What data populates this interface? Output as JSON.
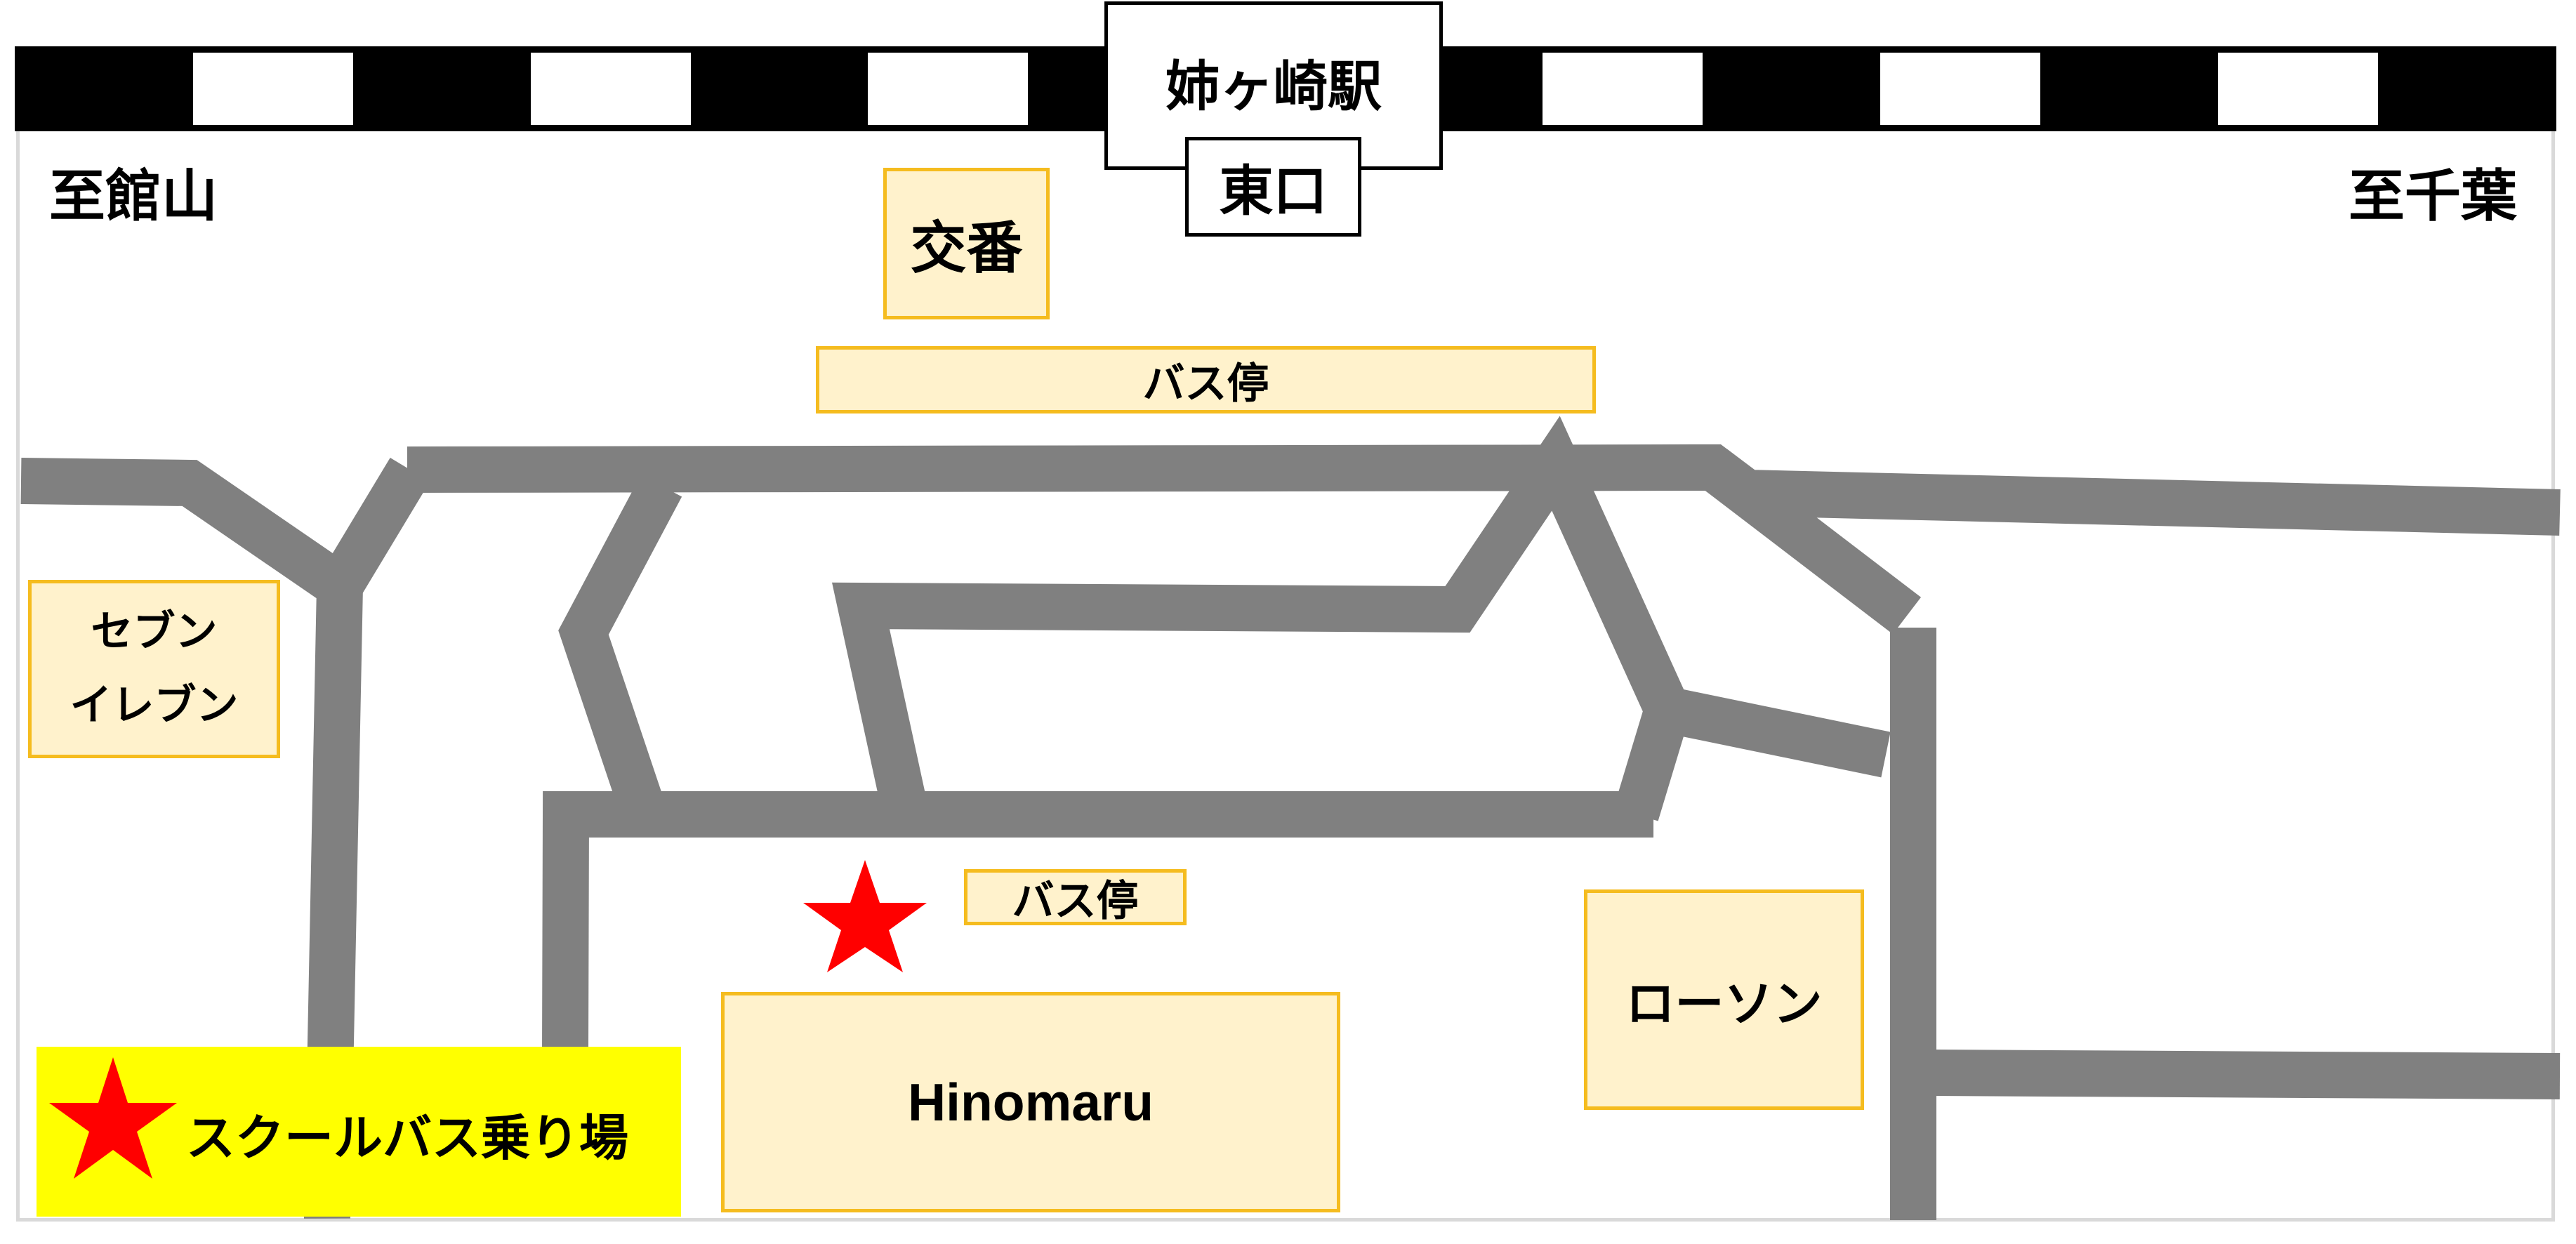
{
  "station": {
    "name": "姉ヶ崎駅",
    "exit": "東口"
  },
  "directions": {
    "left": "至館山",
    "right": "至千葉"
  },
  "landmarks": {
    "koban": "交番",
    "bus_stop_north": "バス停",
    "bus_stop_south": "バス停",
    "seven_eleven_line1": "セブン",
    "seven_eleven_line2": "イレブン",
    "lawson": "ローソン",
    "hinomaru": "Hinomaru"
  },
  "legend": {
    "label": "スクールバス乗り場",
    "star_color": "#ff0000"
  },
  "colors": {
    "railway_dark": "#000000",
    "railway_light": "#ffffff",
    "road": "#808080",
    "poi_fill": "#fff2cc",
    "poi_border": "#f5bc1f",
    "legend_fill": "#ffff00",
    "pickup_marker": "#ff0000"
  }
}
